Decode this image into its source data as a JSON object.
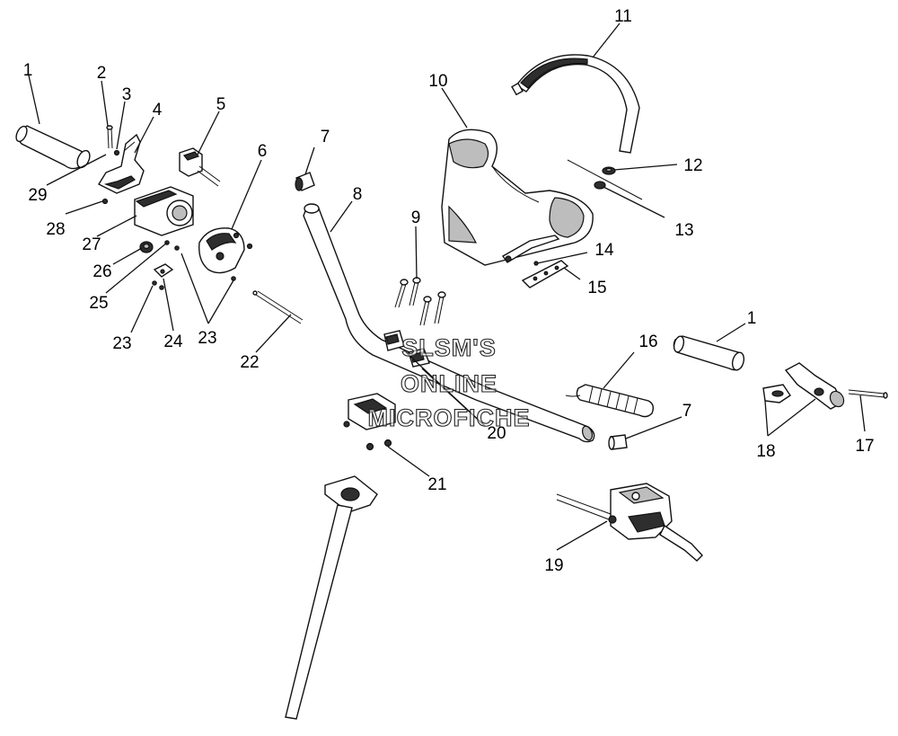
{
  "colors": {
    "line": "#111111",
    "shade_dark": "#2e2e2e",
    "shade_grey": "#bdbdbd",
    "background": "#ffffff"
  },
  "watermark": {
    "line1": "SLSM'S",
    "line2": "ONLINE",
    "line3": "MICROFICHE"
  },
  "callouts": {
    "c1a": "1",
    "c1b": "1",
    "c2": "2",
    "c3": "3",
    "c4": "4",
    "c5": "5",
    "c6": "6",
    "c7a": "7",
    "c7b": "7",
    "c8": "8",
    "c9": "9",
    "c10": "10",
    "c11": "11",
    "c12": "12",
    "c13": "13",
    "c14": "14",
    "c15": "15",
    "c16": "16",
    "c17": "17",
    "c18": "18",
    "c19": "19",
    "c20": "20",
    "c21": "21",
    "c22": "22",
    "c23a": "23",
    "c23b": "23",
    "c24": "24",
    "c25": "25",
    "c26": "26",
    "c27": "27",
    "c28": "28",
    "c29": "29"
  }
}
